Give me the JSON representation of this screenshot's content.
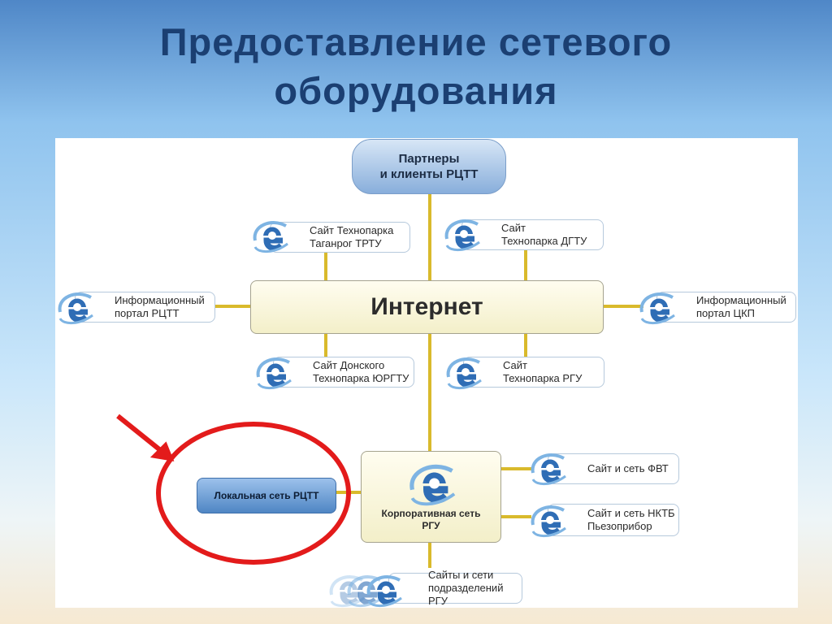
{
  "slide": {
    "title_line1": "Предоставление сетевого",
    "title_line2": "оборудования"
  },
  "diagram": {
    "partners": "Партнеры\nи клиенты РЦТТ",
    "internet": "Интернет",
    "site_taganrog": "Сайт Технопарка\nТаганрог ТРТУ",
    "site_dgtu": "Сайт\nТехнопарка ДГТУ",
    "portal_rctt": "Информационный\nпортал РЦТТ",
    "portal_ckp": "Информационный\nпортал ЦКП",
    "site_don": "Сайт Донского\nТехнопарка ЮРГТУ",
    "site_rgu": "Сайт\nТехнопарка РГУ",
    "corporate": "Корпоративная сеть\nРГУ",
    "local_net": "Локальная сеть РЦТТ",
    "site_fvt": "Сайт и сеть ФВТ",
    "site_nktb": "Сайт и сеть НКТБ\nПьезоприбор",
    "sites_subdiv": "Сайты и сети\nподразделений РГУ"
  },
  "colors": {
    "title": "#1b3f72",
    "connector": "#d9ba2c",
    "highlight_circle": "#e31b1b",
    "pill_fill": "#9bbbe2",
    "internet_fill": "#f8f5da"
  },
  "icons": {
    "browser": "internet-explorer-icon",
    "annotation": "red-arrow"
  }
}
